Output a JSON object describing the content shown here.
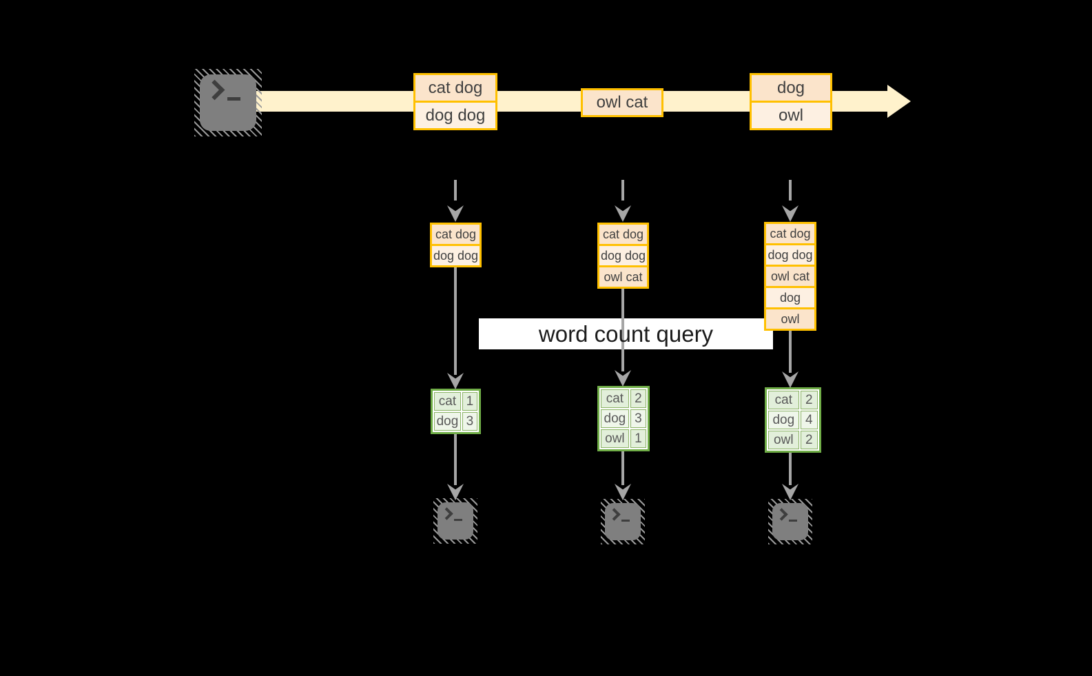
{
  "colors": {
    "background": "#000000",
    "stream_band": "#FFF2CC",
    "box_border_gold": "#FFC000",
    "box_fill_peach": "#FBE4CB",
    "box_fill_cream": "#FDF0E2",
    "table_border_green": "#70AD47",
    "table_fill_green": "#E2EFDA",
    "table_fill_green_light": "#EFF6EA",
    "arrow_gray": "#A6A6A6",
    "terminal_gray": "#7F7F7F"
  },
  "query_label": "word count query",
  "stream": {
    "source_icon": "terminal-icon",
    "batches": [
      {
        "rows": [
          "cat dog",
          "dog dog"
        ]
      },
      {
        "rows": [
          "owl cat"
        ]
      },
      {
        "rows": [
          "dog",
          "owl"
        ]
      }
    ]
  },
  "columns": [
    {
      "stack": {
        "rows": [
          "cat dog",
          "dog dog"
        ]
      },
      "table": {
        "rows": [
          {
            "word": "cat",
            "count": "1"
          },
          {
            "word": "dog",
            "count": "3"
          }
        ]
      },
      "sink_icon": "terminal-icon"
    },
    {
      "stack": {
        "rows": [
          "cat dog",
          "dog dog",
          "owl cat"
        ]
      },
      "table": {
        "rows": [
          {
            "word": "cat",
            "count": "2"
          },
          {
            "word": "dog",
            "count": "3"
          },
          {
            "word": "owl",
            "count": "1"
          }
        ]
      },
      "sink_icon": "terminal-icon"
    },
    {
      "stack": {
        "rows": [
          "cat dog",
          "dog dog",
          "owl cat",
          "dog",
          "owl"
        ]
      },
      "table": {
        "rows": [
          {
            "word": "cat",
            "count": "2"
          },
          {
            "word": "dog",
            "count": "4"
          },
          {
            "word": "owl",
            "count": "2"
          }
        ]
      },
      "sink_icon": "terminal-icon"
    }
  ]
}
